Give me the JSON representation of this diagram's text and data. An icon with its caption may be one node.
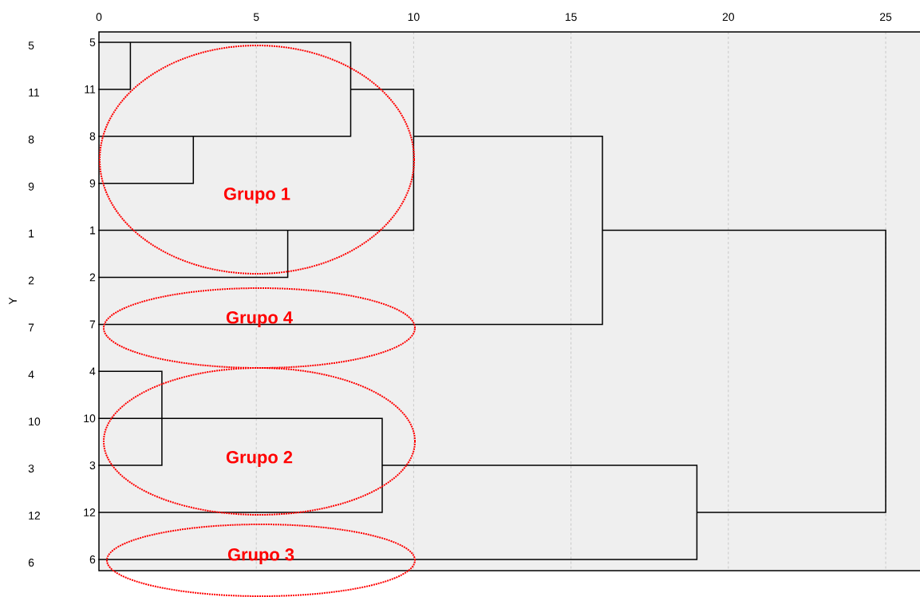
{
  "diagram": {
    "nodes": [
      {
        "text": [
          "Grupo 1"
        ]
      },
      {
        "text": [
          "Grupo 4"
        ]
      },
      {
        "text": [
          "Grupo 2"
        ]
      },
      {
        "text": [
          "Grupo 3"
        ]
      }
    ],
    "labels": [
      "0",
      "5",
      "10",
      "15",
      "20",
      "25",
      "5",
      "5",
      "11",
      "11",
      "8",
      "8",
      "9",
      "9",
      "1",
      "1",
      "2",
      "2",
      "Y",
      "7",
      "7",
      "4",
      "4",
      "10",
      "10",
      "3",
      "3",
      "12",
      "12",
      "6",
      "6"
    ]
  }
}
